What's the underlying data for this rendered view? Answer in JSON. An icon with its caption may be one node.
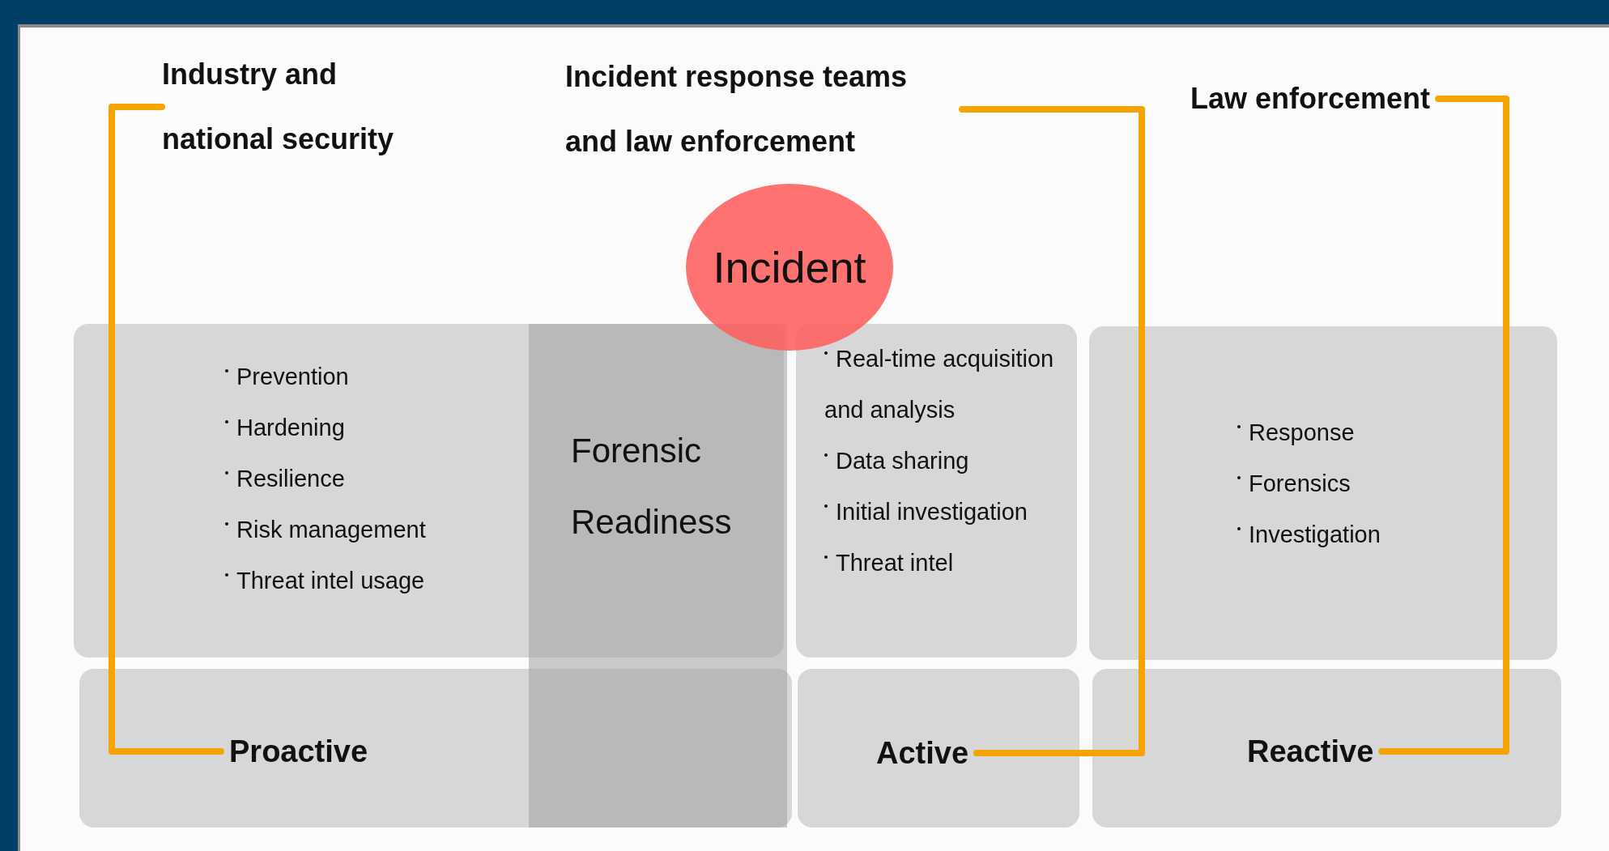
{
  "diagram": {
    "nodes": [
      {
        "text": [
          "Industry and national security"
        ]
      },
      {
        "text": [
          "Incident response teams and law enforcement"
        ]
      },
      {
        "text": [
          "Law enforcement"
        ]
      },
      {
        "text": [
          "Incident"
        ]
      },
      {
        "text": [
          "Prevention",
          "Hardening",
          "Resilience",
          "Risk management",
          "Threat intel usage"
        ]
      },
      {
        "text": [
          "Forensic Readiness"
        ]
      },
      {
        "text": [
          "Real-time acquisition and analysis",
          "Data sharing",
          "Initial investigation",
          "Threat intel"
        ]
      },
      {
        "text": [
          "Response",
          "Forensics",
          "Investigation"
        ]
      },
      {
        "text": [
          "Proactive"
        ]
      },
      {
        "text": [
          "Active"
        ]
      },
      {
        "text": [
          "Reactive"
        ]
      }
    ],
    "edges": [
      {
        "from": 0,
        "to": 8,
        "arrow": "none"
      },
      {
        "from": 1,
        "to": 9,
        "arrow": "none"
      },
      {
        "from": 2,
        "to": 10,
        "arrow": "none"
      }
    ]
  }
}
